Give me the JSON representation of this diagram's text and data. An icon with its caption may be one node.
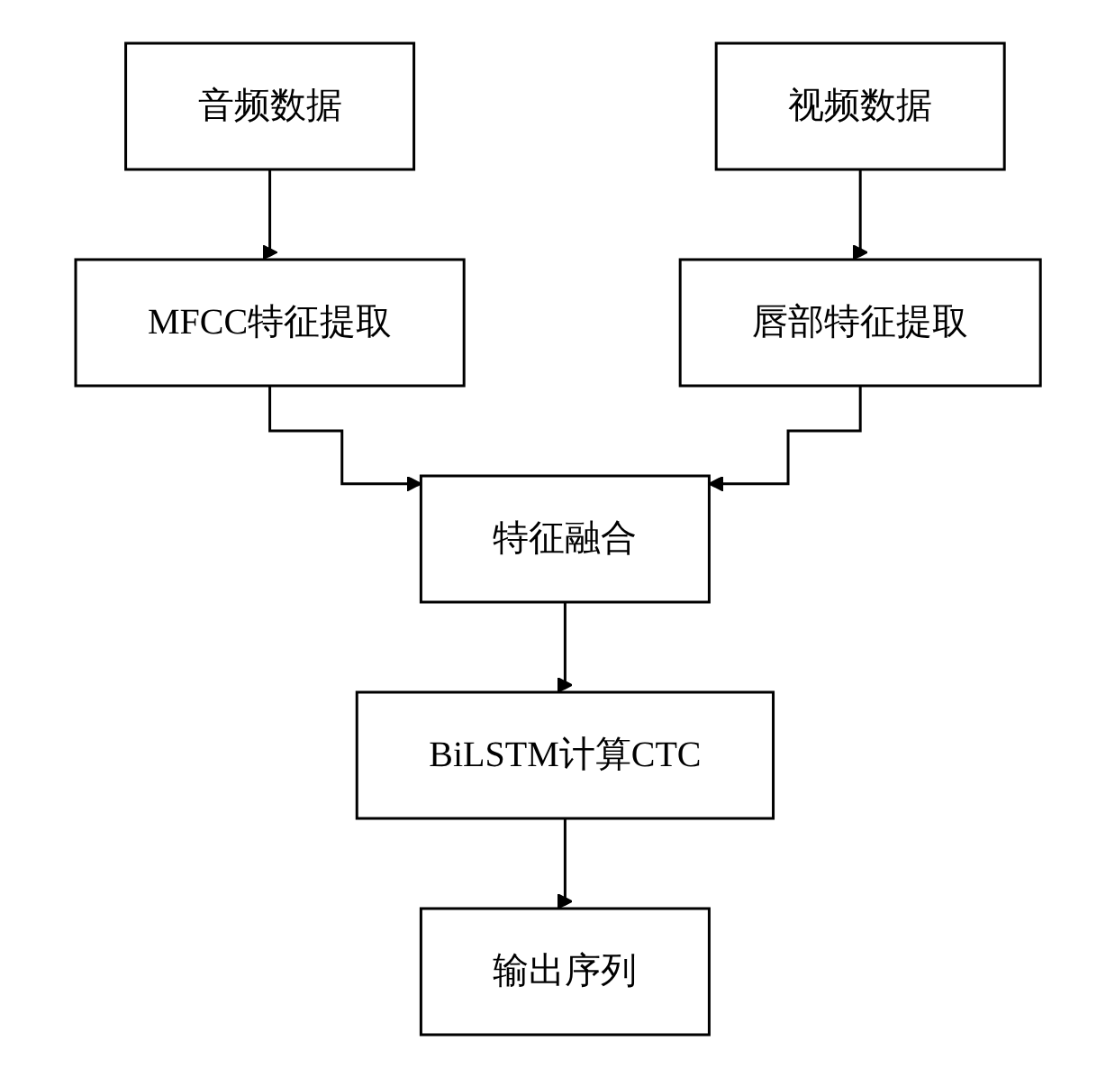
{
  "diagram": {
    "nodes": [
      {
        "text": [
          "音频数据"
        ]
      },
      {
        "text": [
          "视频数据"
        ]
      },
      {
        "text": [
          "MFCC特征提取"
        ]
      },
      {
        "text": [
          "唇部特征提取"
        ]
      },
      {
        "text": [
          "特征融合"
        ]
      },
      {
        "text": [
          "BiLSTM计算CTC"
        ]
      },
      {
        "text": [
          "输出序列"
        ]
      }
    ],
    "edges": [
      {
        "from": 0,
        "to": 2,
        "arrow": "to"
      },
      {
        "from": 1,
        "to": 3,
        "arrow": "to"
      },
      {
        "from": 2,
        "to": 4,
        "arrow": "to"
      },
      {
        "from": 3,
        "to": 4,
        "arrow": "to"
      },
      {
        "from": 4,
        "to": 5,
        "arrow": "to"
      },
      {
        "from": 5,
        "to": 6,
        "arrow": "to"
      }
    ]
  }
}
